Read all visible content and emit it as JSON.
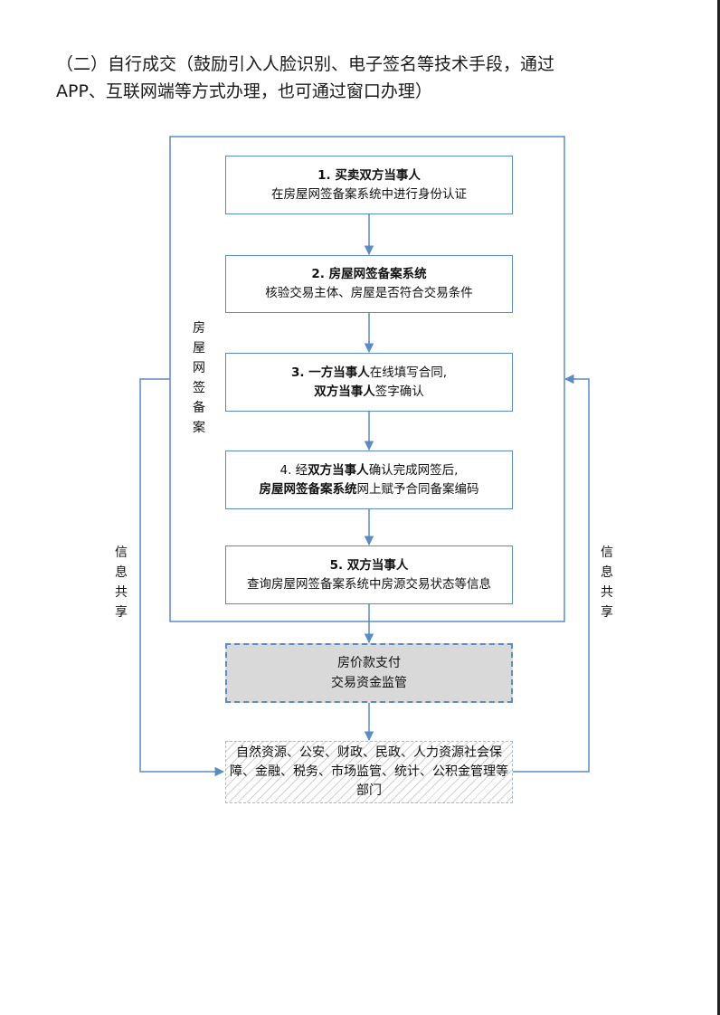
{
  "heading": {
    "line1": "（二）自行成交（鼓励引入人脸识别、电子签名等技术手段，通过",
    "line2": "APP、互联网端等方式办理，也可通过窗口办理）"
  },
  "side_label": "房屋网签备案",
  "share_label_left": "信息共享",
  "share_label_right": "信息共享",
  "steps": [
    {
      "title": "1. 买卖双方当事人",
      "body": "在房屋网签备案系统中进行身份认证"
    },
    {
      "title": "2. 房屋网签备案系统",
      "body": "核验交易主体、房屋是否符合交易条件"
    },
    {
      "b1": "3. 一方当事人",
      "t1": "在线填写合同,",
      "b2": "双方当事人",
      "t2": "签字确认"
    },
    {
      "p1": "4. 经",
      "b1": "双方当事人",
      "t1": "确认完成网签后,",
      "b2": "房屋网签备案系统",
      "t2": "网上赋予合同备案编码"
    },
    {
      "title": "5. 双方当事人",
      "body": "查询房屋网签备案系统中房源交易状态等信息"
    }
  ],
  "payment": {
    "line1": "房价款支付",
    "line2": "交易资金监管"
  },
  "departments": "自然资源、公安、财政、民政、人力资源社会保障、金融、税务、市场监管、统计、公积金管理等部门",
  "colors": {
    "line": "#5b8bc3",
    "payment_fill": "#d9d9d9",
    "hatch": "#d0d0d0"
  }
}
